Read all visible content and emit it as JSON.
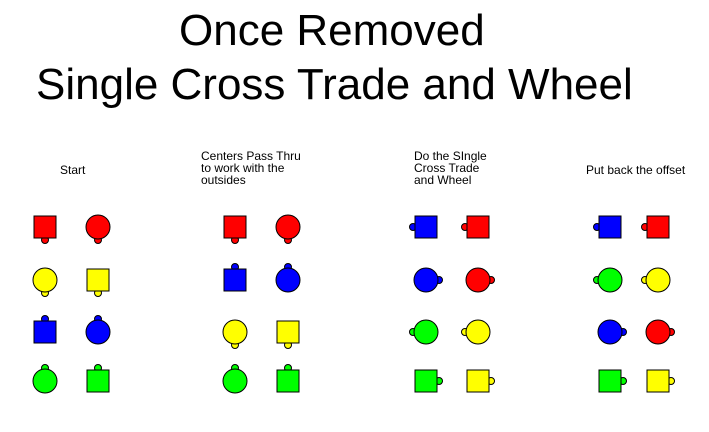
{
  "title": {
    "line1": "Once Removed",
    "line2": "Single Cross Trade and Wheel"
  },
  "colors": {
    "red": "#ff0000",
    "blue": "#0000ff",
    "yellow": "#ffff00",
    "green": "#00ff00"
  },
  "panels": [
    {
      "label": "Start",
      "dancers": [
        {
          "shape": "square",
          "color": "red",
          "nose": "down"
        },
        {
          "shape": "circle",
          "color": "red",
          "nose": "down"
        },
        {
          "shape": "circle",
          "color": "yellow",
          "nose": "down"
        },
        {
          "shape": "square",
          "color": "yellow",
          "nose": "down"
        },
        {
          "shape": "square",
          "color": "blue",
          "nose": "up"
        },
        {
          "shape": "circle",
          "color": "blue",
          "nose": "up"
        },
        {
          "shape": "circle",
          "color": "green",
          "nose": "up"
        },
        {
          "shape": "square",
          "color": "green",
          "nose": "up"
        }
      ]
    },
    {
      "label": "Centers Pass Thru\nto work with the\noutsides",
      "dancers": [
        {
          "shape": "square",
          "color": "red",
          "nose": "down"
        },
        {
          "shape": "circle",
          "color": "red",
          "nose": "down"
        },
        {
          "shape": "square",
          "color": "blue",
          "nose": "up"
        },
        {
          "shape": "circle",
          "color": "blue",
          "nose": "up"
        },
        {
          "shape": "circle",
          "color": "yellow",
          "nose": "down"
        },
        {
          "shape": "square",
          "color": "yellow",
          "nose": "down"
        },
        {
          "shape": "circle",
          "color": "green",
          "nose": "up"
        },
        {
          "shape": "square",
          "color": "green",
          "nose": "up"
        }
      ]
    },
    {
      "label": "Do the SIngle\nCross Trade\nand Wheel",
      "dancers": [
        {
          "shape": "square",
          "color": "blue",
          "nose": "left"
        },
        {
          "shape": "square",
          "color": "red",
          "nose": "left"
        },
        {
          "shape": "circle",
          "color": "blue",
          "nose": "right"
        },
        {
          "shape": "circle",
          "color": "red",
          "nose": "right"
        },
        {
          "shape": "circle",
          "color": "green",
          "nose": "left"
        },
        {
          "shape": "circle",
          "color": "yellow",
          "nose": "left"
        },
        {
          "shape": "square",
          "color": "green",
          "nose": "right"
        },
        {
          "shape": "square",
          "color": "yellow",
          "nose": "right"
        }
      ]
    },
    {
      "label": "Put back the offset",
      "dancers": [
        {
          "shape": "square",
          "color": "blue",
          "nose": "left"
        },
        {
          "shape": "square",
          "color": "red",
          "nose": "left"
        },
        {
          "shape": "circle",
          "color": "green",
          "nose": "left"
        },
        {
          "shape": "circle",
          "color": "yellow",
          "nose": "left"
        },
        {
          "shape": "circle",
          "color": "blue",
          "nose": "right"
        },
        {
          "shape": "circle",
          "color": "red",
          "nose": "right"
        },
        {
          "shape": "square",
          "color": "green",
          "nose": "right"
        },
        {
          "shape": "square",
          "color": "yellow",
          "nose": "right"
        }
      ]
    }
  ]
}
